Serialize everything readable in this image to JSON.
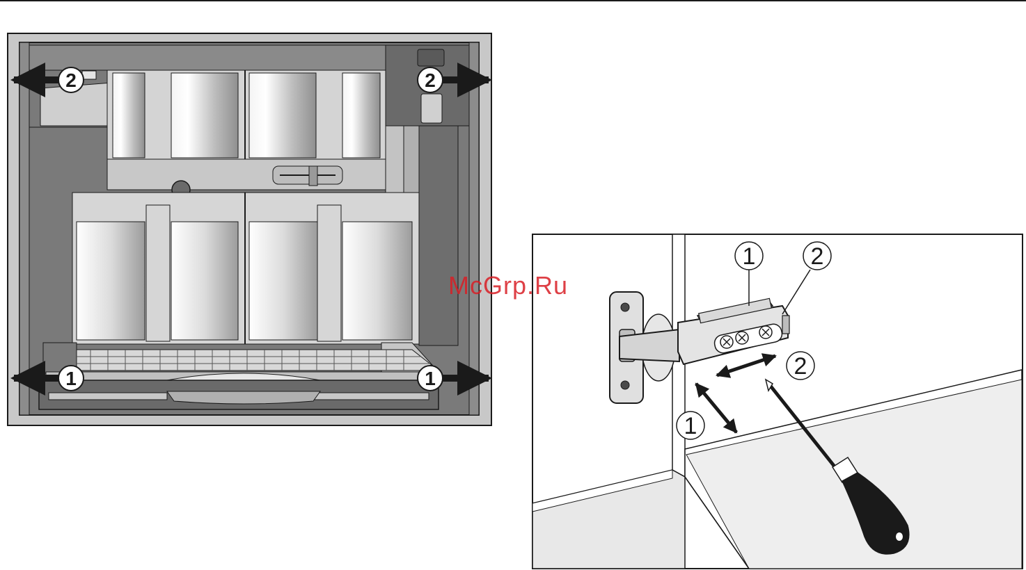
{
  "callouts": {
    "one": "1",
    "two": "2"
  },
  "watermark": {
    "text": "McGrp.Ru"
  },
  "colors": {
    "outline": "#1a1a1a",
    "panel_dark": "#6f6f6f",
    "panel_mid": "#9a9a9a",
    "panel_light": "#c8c8c8",
    "panel_pale": "#e2e2e2",
    "watermark": "#d91f26"
  }
}
